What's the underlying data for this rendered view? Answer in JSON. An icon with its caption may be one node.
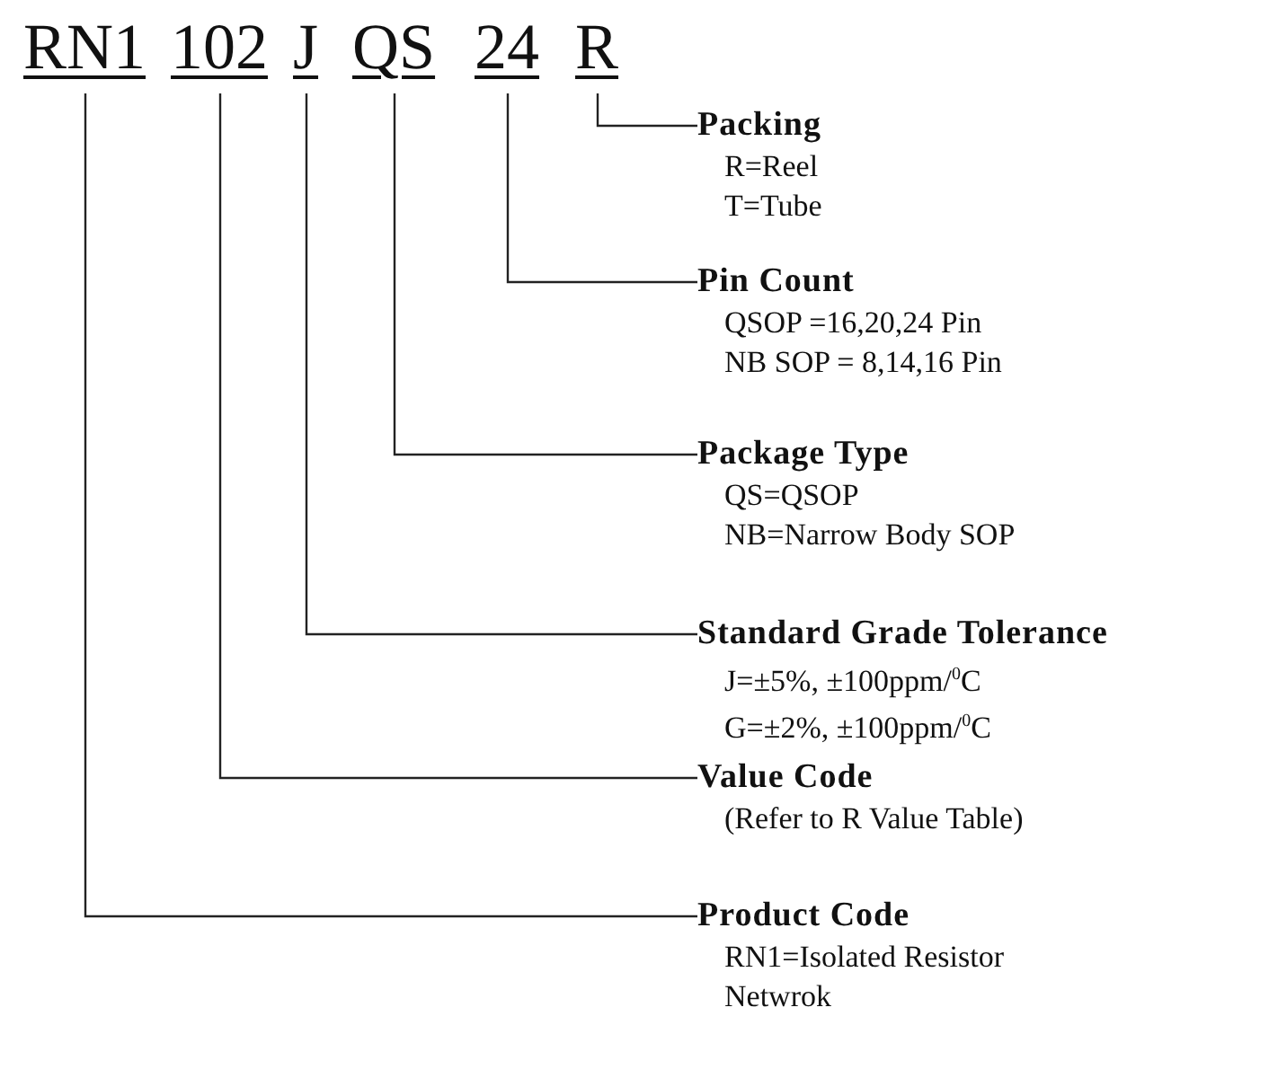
{
  "diagram": {
    "nodes": [
      {
        "text": [
          "RN1"
        ]
      },
      {
        "text": [
          "102"
        ]
      },
      {
        "text": [
          "J"
        ]
      },
      {
        "text": [
          "QS"
        ]
      },
      {
        "text": [
          "24"
        ]
      },
      {
        "text": [
          "R"
        ]
      },
      {
        "text": [
          "Packing",
          "R=Reel",
          "T=Tube"
        ]
      },
      {
        "text": [
          "Pin Count",
          "QSOP =16,20,24 Pin",
          "NB SOP = 8,14,16 Pin"
        ]
      },
      {
        "text": [
          "Package Type",
          "QS=QSOP",
          "NB=Narrow Body SOP"
        ]
      },
      {
        "text": [
          "Standard Grade Tolerance",
          "J=±5%, ±100ppm/$^{0}$C",
          "G=±2%, ±100ppm/$^{0}$C"
        ]
      },
      {
        "text": [
          "Value Code",
          "(Refer to R Value Table)"
        ]
      },
      {
        "text": [
          "Product Code",
          "RN1=Isolated Resistor Netwrok"
        ]
      }
    ],
    "edges": [
      {
        "from": 5,
        "to": 6,
        "arrow": "none"
      },
      {
        "from": 4,
        "to": 7,
        "arrow": "none"
      },
      {
        "from": 3,
        "to": 8,
        "arrow": "none"
      },
      {
        "from": 2,
        "to": 9,
        "arrow": "none"
      },
      {
        "from": 1,
        "to": 10,
        "arrow": "none"
      },
      {
        "from": 0,
        "to": 11,
        "arrow": "none"
      }
    ]
  }
}
